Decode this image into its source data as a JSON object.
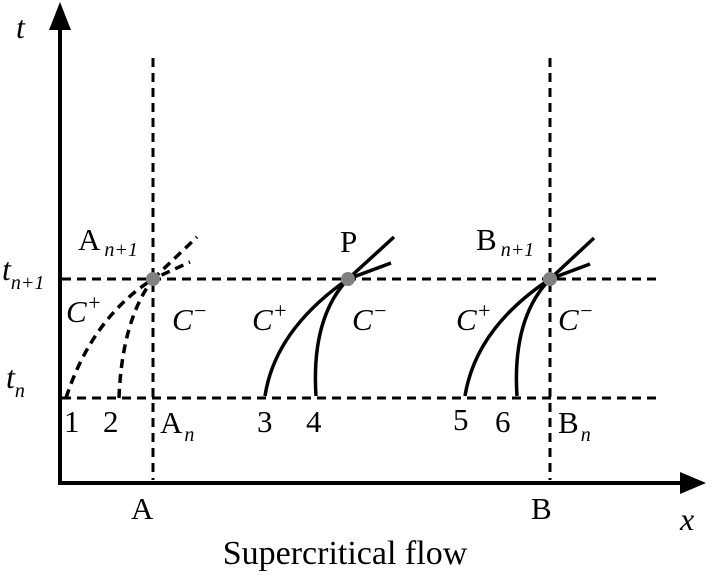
{
  "axes": {
    "x_label": "x",
    "y_label": "t"
  },
  "time_levels": {
    "upper_main": "t",
    "upper_sub": "n+1",
    "lower_main": "t",
    "lower_sub": "n"
  },
  "grid_points": {
    "left": {
      "top_main": "A",
      "top_sub": "n+1",
      "bottom_main": "A",
      "bottom_sub": "n",
      "axis_label": "A"
    },
    "middle": {
      "label": "P"
    },
    "right": {
      "top_main": "B",
      "top_sub": "n+1",
      "bottom_main": "B",
      "bottom_sub": "n",
      "axis_label": "B"
    }
  },
  "characteristics": {
    "plus_main": "C",
    "plus_sup": "+",
    "minus_main": "C",
    "minus_sup": "−"
  },
  "foot_numbers": [
    "1",
    "2",
    "3",
    "4",
    "5",
    "6"
  ],
  "caption": "Supercritical flow",
  "colors": {
    "ink": "#000000",
    "node": "#808080"
  }
}
